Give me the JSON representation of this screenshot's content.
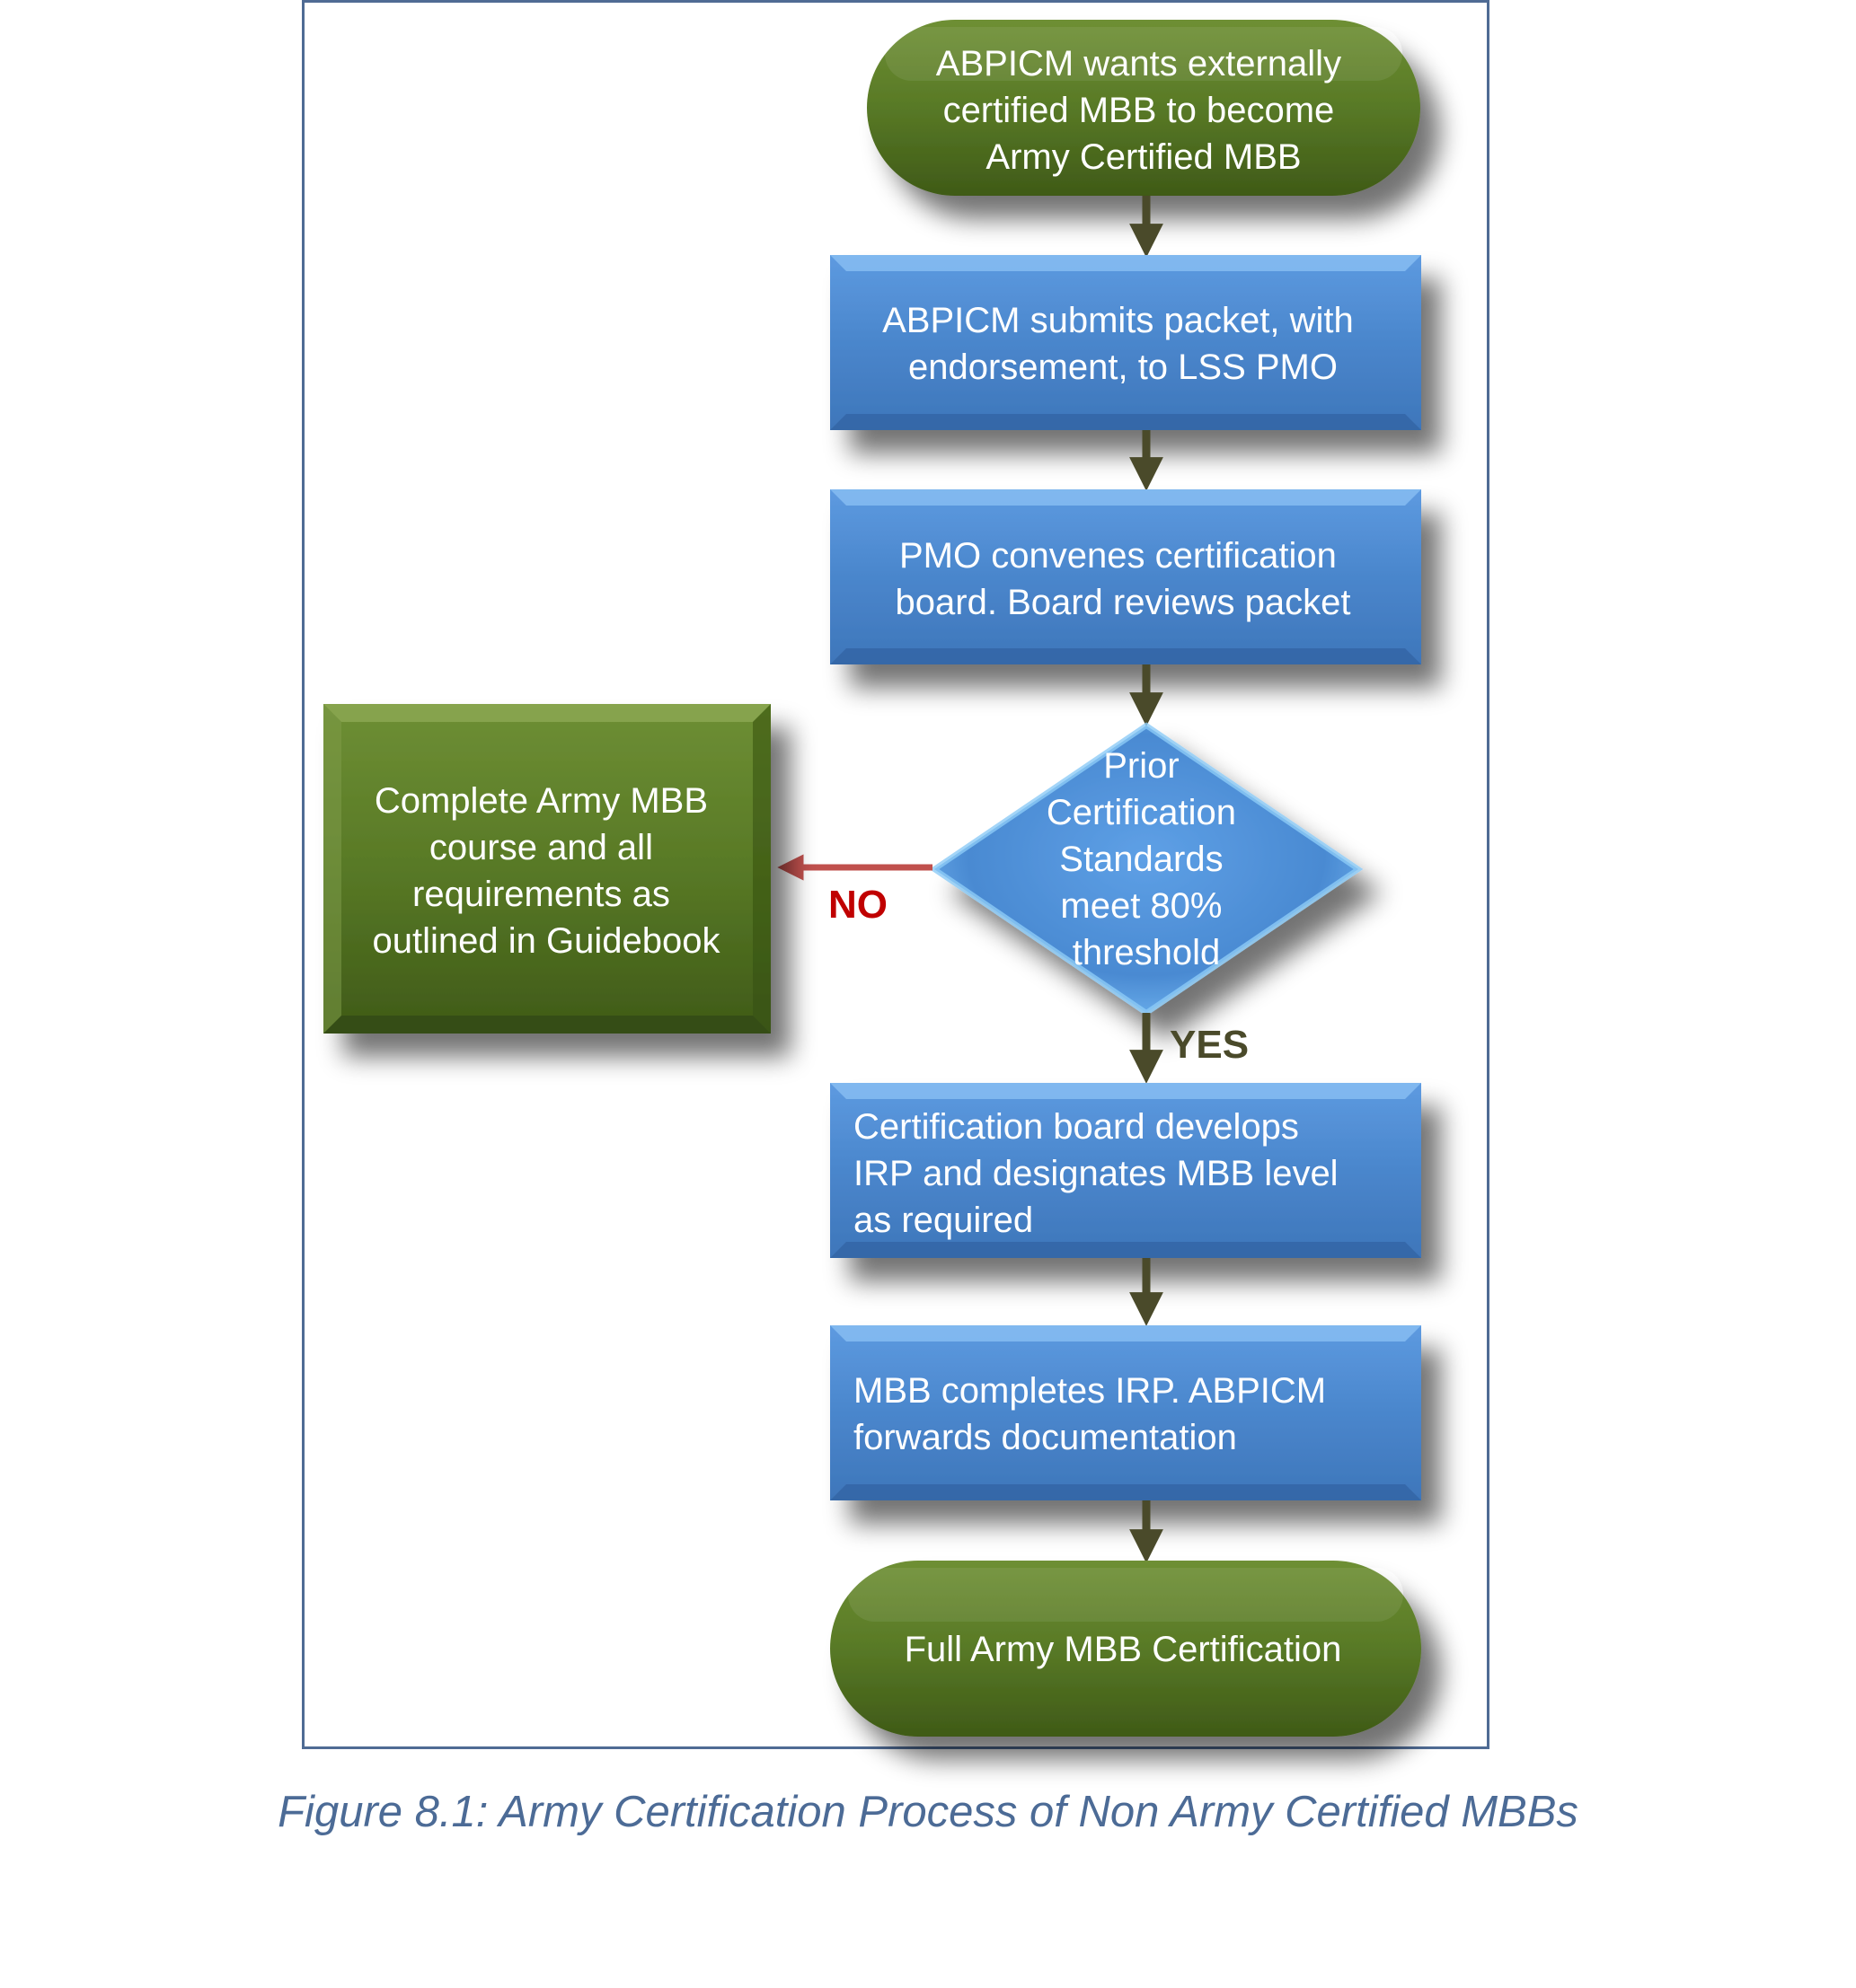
{
  "flowchart": {
    "start": [
      "ABPICM wants externally",
      "certified MBB to become",
      "Army Certified MBB"
    ],
    "step_submit": [
      "ABPICM submits packet, with",
      "endorsement, to LSS PMO"
    ],
    "step_board": [
      "PMO convenes certification",
      "board. Board reviews packet"
    ],
    "decision": [
      "Prior",
      "Certification",
      "Standards",
      "meet 80%",
      "threshold"
    ],
    "no_branch": [
      "Complete Army MBB",
      "course and all",
      "requirements as",
      "outlined in Guidebook"
    ],
    "label_no": "NO",
    "label_yes": "YES",
    "step_irp": [
      "Certification board develops",
      "IRP and designates MBB level",
      "as required"
    ],
    "step_complete": [
      "MBB completes IRP. ABPICM",
      "forwards documentation"
    ],
    "end": [
      "Full Army MBB Certification"
    ]
  },
  "caption": "Figure 8.1: Army Certification Process of Non Army Certified MBBs",
  "colors": {
    "green": "#5a7a28",
    "blue": "#4a86cc",
    "arrow": "#4a4a2a",
    "no_arrow": "#c0504d",
    "border": "#4f6b94",
    "caption": "#4c6b96"
  }
}
